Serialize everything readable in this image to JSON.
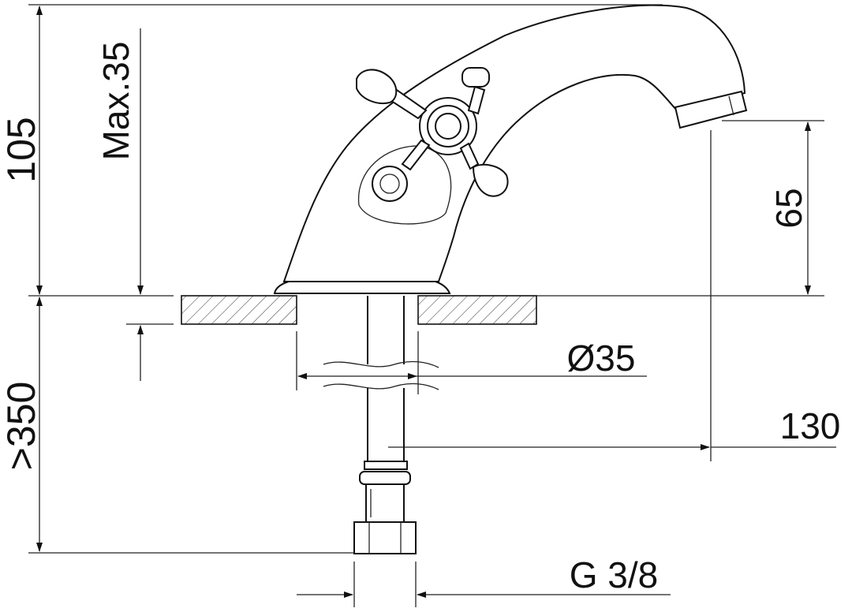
{
  "diagram": {
    "labels": {
      "total_height": "105",
      "max_thickness": "Max.35",
      "spout_height": "65",
      "hole_diameter": "Ø35",
      "reach": "130",
      "hose_length": ">350",
      "connection": "G 3/8"
    }
  }
}
